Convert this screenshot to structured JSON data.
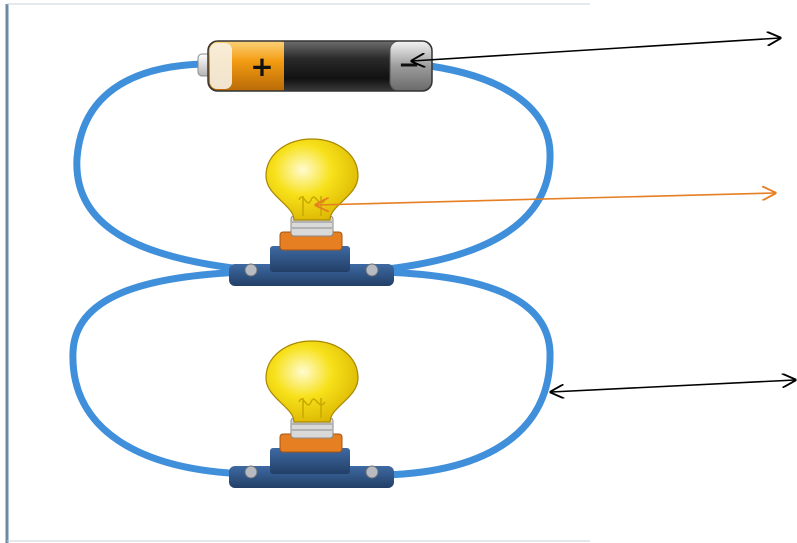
{
  "battery": {
    "positive_label": "+",
    "negative_label": "−"
  },
  "bulbs": [
    {
      "id": "top"
    },
    {
      "id": "bottom"
    }
  ],
  "colors": {
    "wire": "#3f8fdb",
    "frame": "#6d8aa3",
    "bulb_glass": "#f7e11a",
    "bulb_base": "#e67e22",
    "holder": "#2e5181",
    "battery_body": "#2b2b2b",
    "battery_positive": "#f39c12",
    "pointer_black": "#000000",
    "pointer_orange": "#e67e22"
  },
  "pointers": [
    {
      "target": "battery-negative-terminal",
      "style": "double-arrow",
      "color": "black"
    },
    {
      "target": "bulb-filament",
      "style": "double-arrow",
      "color": "orange"
    },
    {
      "target": "connecting-wire",
      "style": "double-arrow",
      "color": "black"
    }
  ]
}
